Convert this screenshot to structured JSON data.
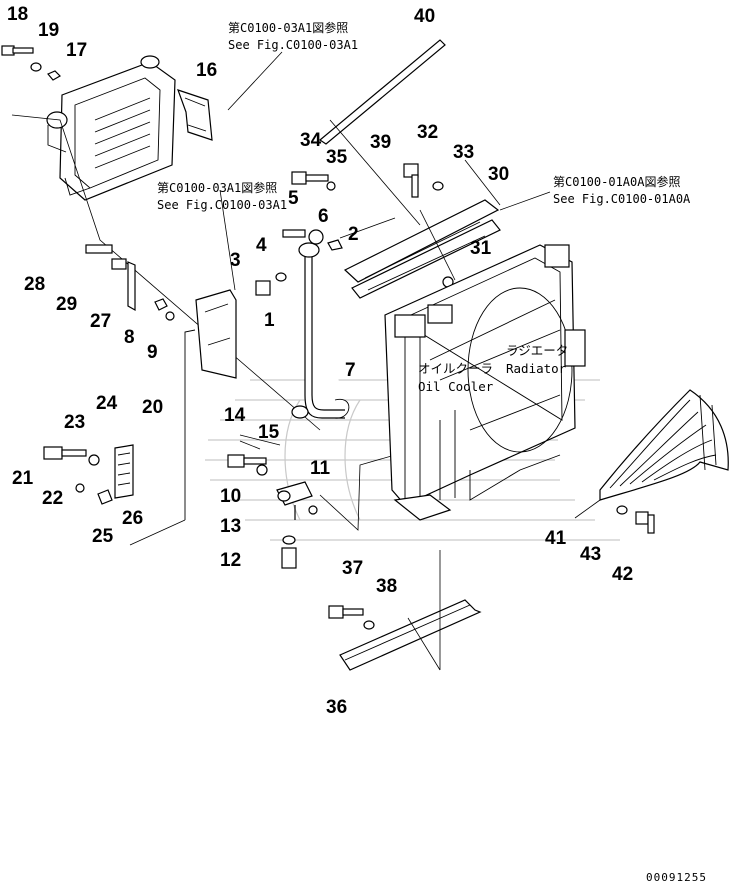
{
  "references": [
    {
      "jp": "第C0100-03A1図参照",
      "en": "See Fig.C0100-03A1"
    },
    {
      "jp": "第C0100-03A1図参照",
      "en": "See Fig.C0100-03A1"
    },
    {
      "jp": "第C0100-01A0A図参照",
      "en": "See Fig.C0100-01A0A"
    }
  ],
  "labels": {
    "radiator_jp": "ラジエータ",
    "radiator_en": "Radiator",
    "oil_cooler_jp": "オイルクーラ",
    "oil_cooler_en": "Oil Cooler"
  },
  "parts": [
    "1",
    "2",
    "3",
    "4",
    "5",
    "6",
    "7",
    "8",
    "9",
    "10",
    "11",
    "12",
    "13",
    "14",
    "15",
    "16",
    "17",
    "18",
    "19",
    "20",
    "21",
    "22",
    "23",
    "24",
    "25",
    "26",
    "27",
    "28",
    "29",
    "30",
    "31",
    "32",
    "33",
    "34",
    "35",
    "36",
    "37",
    "38",
    "39",
    "40",
    "41",
    "42",
    "43"
  ],
  "drawing_code": "00091255"
}
